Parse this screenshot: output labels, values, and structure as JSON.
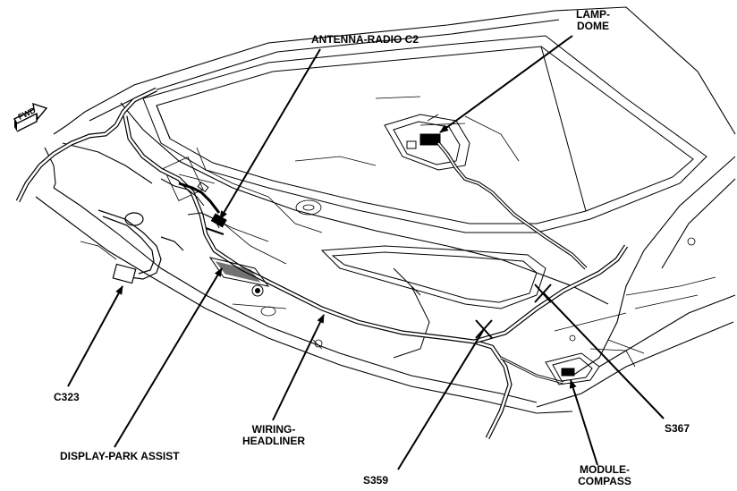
{
  "orientation": {
    "text": "FWD"
  },
  "callouts": {
    "antenna_radio": "ANTENNA-RADIO C2",
    "lamp_dome_line1": "LAMP-",
    "lamp_dome_line2": "DOME",
    "c323": "C323",
    "display_park_assist": "DISPLAY-PARK ASSIST",
    "wiring_headliner_line1": "WIRING-",
    "wiring_headliner_line2": "HEADLINER",
    "s359": "S359",
    "s367": "S367",
    "module_compass_line1": "MODULE-",
    "module_compass_line2": "COMPASS"
  }
}
